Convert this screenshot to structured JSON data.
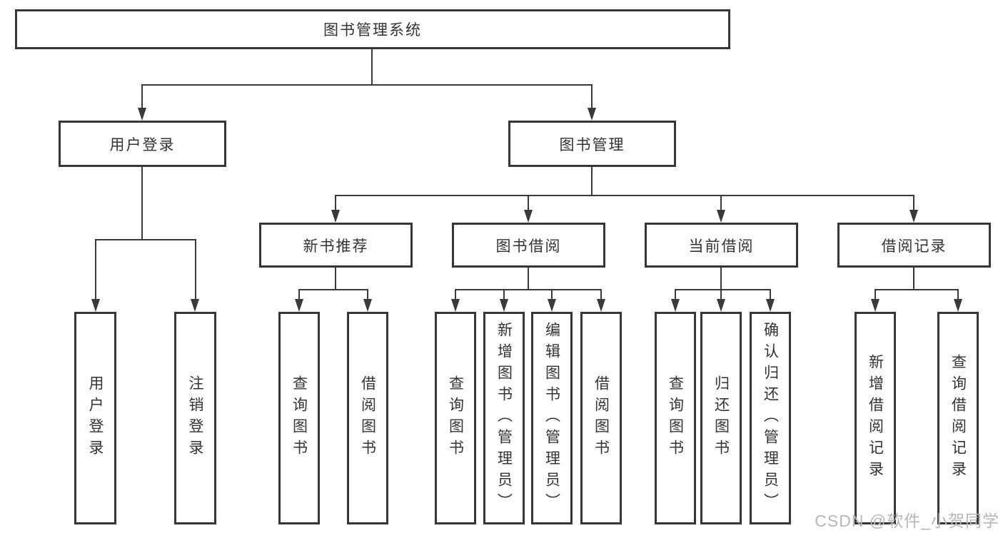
{
  "diagram": {
    "root": {
      "label": "图书管理系统"
    },
    "branches": [
      {
        "label": "用户登录",
        "children": [
          {
            "label": "用户登录"
          },
          {
            "label": "注销登录"
          }
        ]
      },
      {
        "label": "图书管理",
        "children": [
          {
            "label": "新书推荐",
            "children": [
              {
                "label": "查询图书"
              },
              {
                "label": "借阅图书"
              }
            ]
          },
          {
            "label": "图书借阅",
            "children": [
              {
                "label": "查询图书"
              },
              {
                "label": "新增图书（管理员）"
              },
              {
                "label": "编辑图书（管理员）"
              },
              {
                "label": "借阅图书"
              }
            ]
          },
          {
            "label": "当前借阅",
            "children": [
              {
                "label": "查询图书"
              },
              {
                "label": "归还图书"
              },
              {
                "label": "确认归还（管理员）"
              }
            ]
          },
          {
            "label": "借阅记录",
            "children": [
              {
                "label": "新增借阅记录"
              },
              {
                "label": "查询借阅记录"
              }
            ]
          }
        ]
      }
    ]
  },
  "watermark": {
    "text": "CSDN @软件_小贺同学"
  },
  "colors": {
    "line": "#3a3a3a",
    "box_border": "#363636",
    "text": "#333333",
    "watermark": "#b7b7b7",
    "background": "#ffffff"
  }
}
